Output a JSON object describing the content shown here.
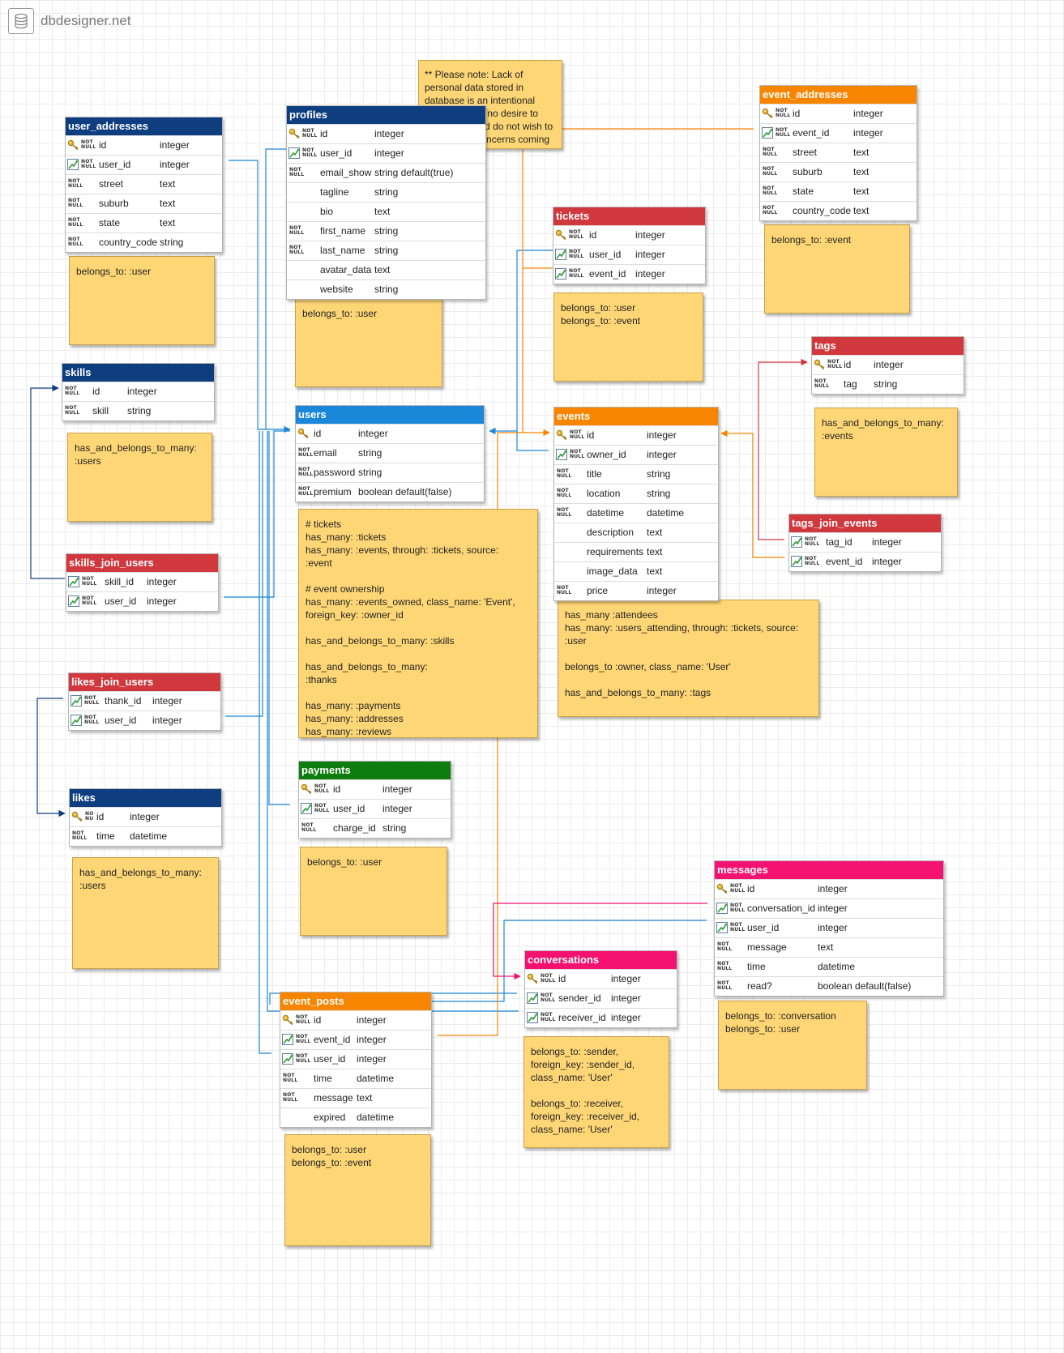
{
  "app": {
    "title": "dbdesigner.net",
    "icon": "database-icon"
  },
  "colors": {
    "blue_dark": "#0f3e80",
    "blue": "#1b87d8",
    "red": "#d0383e",
    "orange": "#f88500",
    "green": "#0e7c0e",
    "pink": "#f3126f",
    "note_fill": "#fed675",
    "key": "#d9a625"
  },
  "notes": {
    "privacy": "** Please note: Lack of personal data stored in database is an intentional choice: I have no desire to hoard data and do not wish to risk privacy concerns coming",
    "user_addresses": "belongs_to: :user",
    "profiles": "belongs_to: :user",
    "skills": "has_and_belongs_to_many:\n:users",
    "users": "# tickets\nhas_many: :tickets\nhas_many: :events, through: :tickets, source:\n:event\n\n# event ownership\nhas_many: :events_owned, class_name: 'Event',\nforeign_key: :owner_id\n\nhas_and_belongs_to_many: :skills\n\nhas_and_belongs_to_many:\n:thanks\n\nhas_many: :payments\nhas_many: :addresses\nhas_many: :reviews",
    "likes": "has_and_belongs_to_many:\n:users",
    "payments": "belongs_to: :user",
    "event_posts": "belongs_to: :user\nbelongs_to: :event",
    "tickets": "belongs_to: :user\nbelongs_to: :event",
    "event_addresses": "belongs_to: :event",
    "tags": "has_and_belongs_to_many:\n:events",
    "events": "has_many :attendees\nhas_many: :users_attending, through: :tickets, source:\n:user\n\nbelongs_to :owner, class_name: 'User'\n\nhas_and_belongs_to_many: :tags",
    "conversations": "belongs_to: :sender,\nforeign_key: :sender_id,\nclass_name: 'User'\n\nbelongs_to: :receiver,\nforeign_key: :receiver_id,\nclass_name: 'User'",
    "messages": "belongs_to: :conversation\nbelongs_to: :user"
  },
  "tables": {
    "user_addresses": {
      "name": "user_addresses",
      "fields": [
        {
          "name": "id",
          "type": "integer",
          "icon": "key",
          "nn": "NOT NULL"
        },
        {
          "name": "user_id",
          "type": "integer",
          "icon": "fk",
          "nn": "NOT NULL"
        },
        {
          "name": "street",
          "type": "text",
          "icon": "",
          "nn": "NOT NULL"
        },
        {
          "name": "suburb",
          "type": "text",
          "icon": "",
          "nn": "NOT NULL"
        },
        {
          "name": "state",
          "type": "text",
          "icon": "",
          "nn": "NOT NULL"
        },
        {
          "name": "country_code",
          "type": "string",
          "icon": "",
          "nn": "NOT NULL"
        }
      ]
    },
    "profiles": {
      "name": "profiles",
      "fields": [
        {
          "name": "id",
          "type": "integer",
          "icon": "key",
          "nn": "NOT NULL"
        },
        {
          "name": "user_id",
          "type": "integer",
          "icon": "fk",
          "nn": "NOT NULL"
        },
        {
          "name": "email_show",
          "type": "string default(true)",
          "icon": "",
          "nn": "NOT NULL"
        },
        {
          "name": "tagline",
          "type": "string",
          "icon": "",
          "nn": ""
        },
        {
          "name": "bio",
          "type": "text",
          "icon": "",
          "nn": ""
        },
        {
          "name": "first_name",
          "type": "string",
          "icon": "",
          "nn": "NOT NULL"
        },
        {
          "name": "last_name",
          "type": "string",
          "icon": "",
          "nn": "NOT NULL"
        },
        {
          "name": "avatar_data",
          "type": "text",
          "icon": "",
          "nn": ""
        },
        {
          "name": "website",
          "type": "string",
          "icon": "",
          "nn": ""
        }
      ]
    },
    "skills": {
      "name": "skills",
      "fields": [
        {
          "name": "id",
          "type": "integer",
          "icon": "",
          "nn": "NOT NULL",
          "nn_inline": true
        },
        {
          "name": "skill",
          "type": "string",
          "icon": "",
          "nn": "NOT NULL"
        }
      ]
    },
    "skills_join_users": {
      "name": "skills_join_users",
      "fields": [
        {
          "name": "skill_id",
          "type": "integer",
          "icon": "fk",
          "nn": "NOT NULL"
        },
        {
          "name": "user_id",
          "type": "integer",
          "icon": "fk",
          "nn": "NOT NULL"
        }
      ]
    },
    "likes_join_users": {
      "name": "likes_join_users",
      "fields": [
        {
          "name": "thank_id",
          "type": "integer",
          "icon": "fk",
          "nn": "NOT NULL"
        },
        {
          "name": "user_id",
          "type": "integer",
          "icon": "fk",
          "nn": "NOT NULL"
        }
      ]
    },
    "likes": {
      "name": "likes",
      "fields": [
        {
          "name": "id",
          "type": "integer",
          "icon": "key",
          "nn": "NO NU"
        },
        {
          "name": "time",
          "type": "datetime",
          "icon": "",
          "nn": "NOT NULL"
        }
      ]
    },
    "users": {
      "name": "users",
      "fields": [
        {
          "name": "id",
          "type": "integer",
          "icon": "key",
          "nn": ""
        },
        {
          "name": "email",
          "type": "string",
          "icon": "",
          "nn": "NOT NULL"
        },
        {
          "name": "password",
          "type": "string",
          "icon": "",
          "nn": "NOT NULL"
        },
        {
          "name": "premium",
          "type": "boolean default(false)",
          "icon": "",
          "nn": "NOT NULL"
        }
      ]
    },
    "payments": {
      "name": "payments",
      "fields": [
        {
          "name": "id",
          "type": "integer",
          "icon": "key",
          "nn": "NOT NULL"
        },
        {
          "name": "user_id",
          "type": "integer",
          "icon": "fk",
          "nn": "NOT NULL"
        },
        {
          "name": "charge_id",
          "type": "string",
          "icon": "",
          "nn": "NOT NULL"
        }
      ]
    },
    "event_posts": {
      "name": "event_posts",
      "fields": [
        {
          "name": "id",
          "type": "integer",
          "icon": "key",
          "nn": "NOT NULL"
        },
        {
          "name": "event_id",
          "type": "integer",
          "icon": "fk",
          "nn": "NOT NULL"
        },
        {
          "name": "user_id",
          "type": "integer",
          "icon": "fk",
          "nn": "NOT NULL"
        },
        {
          "name": "time",
          "type": "datetime",
          "icon": "",
          "nn": "NOT NULL"
        },
        {
          "name": "message",
          "type": "text",
          "icon": "",
          "nn": "NOT NULL"
        },
        {
          "name": "expired",
          "type": "datetime",
          "icon": "",
          "nn": ""
        }
      ]
    },
    "tickets": {
      "name": "tickets",
      "fields": [
        {
          "name": "id",
          "type": "integer",
          "icon": "key",
          "nn": "NOT NULL"
        },
        {
          "name": "user_id",
          "type": "integer",
          "icon": "fk",
          "nn": "NOT NULL"
        },
        {
          "name": "event_id",
          "type": "integer",
          "icon": "fk",
          "nn": "NOT NULL"
        }
      ]
    },
    "events": {
      "name": "events",
      "fields": [
        {
          "name": "id",
          "type": "integer",
          "icon": "key",
          "nn": "NOT NULL"
        },
        {
          "name": "owner_id",
          "type": "integer",
          "icon": "fk",
          "nn": "NOT NULL"
        },
        {
          "name": "title",
          "type": "string",
          "icon": "",
          "nn": "NOT NULL"
        },
        {
          "name": "location",
          "type": "string",
          "icon": "",
          "nn": "NOT NULL"
        },
        {
          "name": "datetime",
          "type": "datetime",
          "icon": "",
          "nn": "NOT NULL"
        },
        {
          "name": "description",
          "type": "text",
          "icon": "",
          "nn": ""
        },
        {
          "name": "requirements",
          "type": "text",
          "icon": "",
          "nn": ""
        },
        {
          "name": "image_data",
          "type": "text",
          "icon": "",
          "nn": ""
        },
        {
          "name": "price",
          "type": "integer",
          "icon": "",
          "nn": "NOT NULL"
        }
      ]
    },
    "event_addresses": {
      "name": "event_addresses",
      "fields": [
        {
          "name": "id",
          "type": "integer",
          "icon": "key",
          "nn": "NOT NULL"
        },
        {
          "name": "event_id",
          "type": "integer",
          "icon": "fk",
          "nn": "NOT NULL"
        },
        {
          "name": "street",
          "type": "text",
          "icon": "",
          "nn": "NOT NULL"
        },
        {
          "name": "suburb",
          "type": "text",
          "icon": "",
          "nn": "NOT NULL"
        },
        {
          "name": "state",
          "type": "text",
          "icon": "",
          "nn": "NOT NULL"
        },
        {
          "name": "country_code",
          "type": "text",
          "icon": "",
          "nn": "NOT NULL"
        }
      ]
    },
    "tags": {
      "name": "tags",
      "fields": [
        {
          "name": "id",
          "type": "integer",
          "icon": "key",
          "nn": "NOT NULL"
        },
        {
          "name": "tag",
          "type": "string",
          "icon": "",
          "nn": "NOT NULL"
        }
      ]
    },
    "tags_join_events": {
      "name": "tags_join_events",
      "fields": [
        {
          "name": "tag_id",
          "type": "integer",
          "icon": "fk",
          "nn": "NOT NULL"
        },
        {
          "name": "event_id",
          "type": "integer",
          "icon": "fk",
          "nn": "NOT NULL"
        }
      ]
    },
    "messages": {
      "name": "messages",
      "fields": [
        {
          "name": "id",
          "type": "integer",
          "icon": "key",
          "nn": "NOT NULL"
        },
        {
          "name": "conversation_id",
          "type": "integer",
          "icon": "fk",
          "nn": "NOT NULL"
        },
        {
          "name": "user_id",
          "type": "integer",
          "icon": "fk",
          "nn": "NOT NULL"
        },
        {
          "name": "message",
          "type": "text",
          "icon": "",
          "nn": "NOT NULL"
        },
        {
          "name": "time",
          "type": "datetime",
          "icon": "",
          "nn": "NOT NULL"
        },
        {
          "name": "read?",
          "type": "boolean default(false)",
          "icon": "",
          "nn": "NOT NULL"
        }
      ]
    },
    "conversations": {
      "name": "conversations",
      "fields": [
        {
          "name": "id",
          "type": "integer",
          "icon": "key",
          "nn": "NOT NULL"
        },
        {
          "name": "sender_id",
          "type": "integer",
          "icon": "fk",
          "nn": "NOT NULL"
        },
        {
          "name": "receiver_id",
          "type": "integer",
          "icon": "fk",
          "nn": "NOT NULL"
        }
      ]
    }
  }
}
